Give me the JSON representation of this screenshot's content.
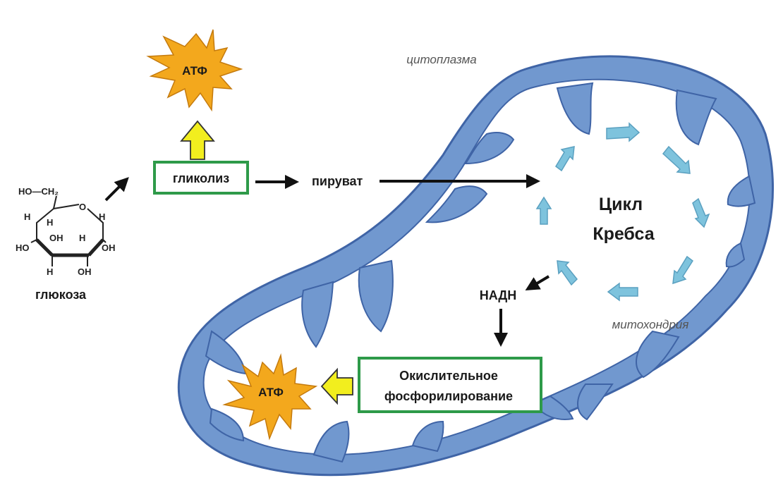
{
  "labels": {
    "cytoplasm": "цитоплазма",
    "mitochondria": "митохондрия",
    "atp_top": "АТФ",
    "atp_bottom": "АТФ",
    "glycolysis": "гликолиз",
    "pyruvate": "пируват",
    "krebs_line1": "Цикл",
    "krebs_line2": "Кребса",
    "nadh": "НАДН",
    "oxphos_line1": "Окислительное",
    "oxphos_line2": "фосфорилирование",
    "glucose": "глюкоза"
  },
  "glucose_structure": {
    "ch2": "HO—CH₂",
    "ring_o": "O",
    "h": "H",
    "oh": "OH",
    "ho": "HO"
  },
  "colors": {
    "membrane": "#7198cf",
    "membrane_stroke": "#3f64a6",
    "box_border": "#2e9a49",
    "atp_star": "#f3a81d",
    "yellow_arrow": "#f2ee1e",
    "krebs_arrow": "#7ec3dd",
    "black": "#111111"
  }
}
